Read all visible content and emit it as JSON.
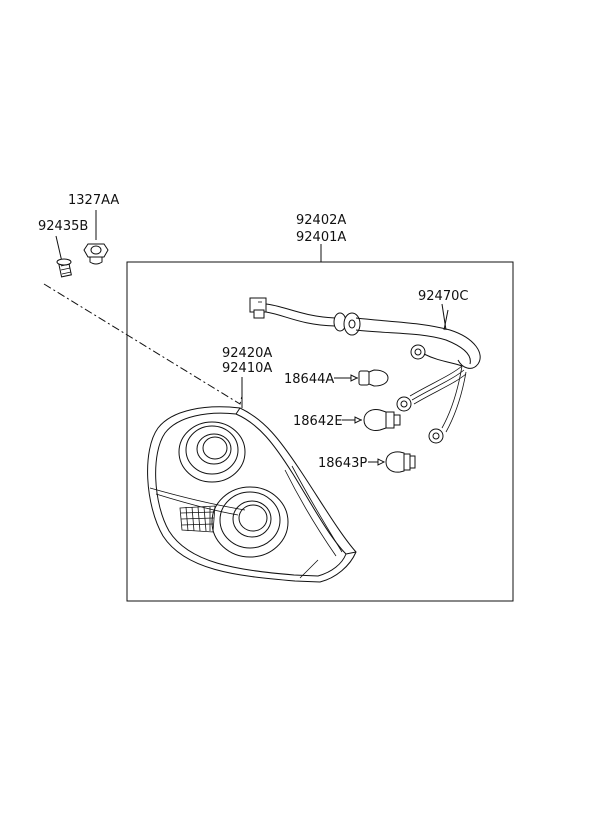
{
  "parts": {
    "bolt_1327AA": "1327AA",
    "screw_92435B": "92435B",
    "assy_92402A": "92402A",
    "assy_92401A": "92401A",
    "harness_92470C": "92470C",
    "lens_92420A": "92420A",
    "lens_92410A": "92410A",
    "bulb_18644A": "18644A",
    "bulb_18642E": "18642E",
    "bulb_18643P": "18643P"
  }
}
